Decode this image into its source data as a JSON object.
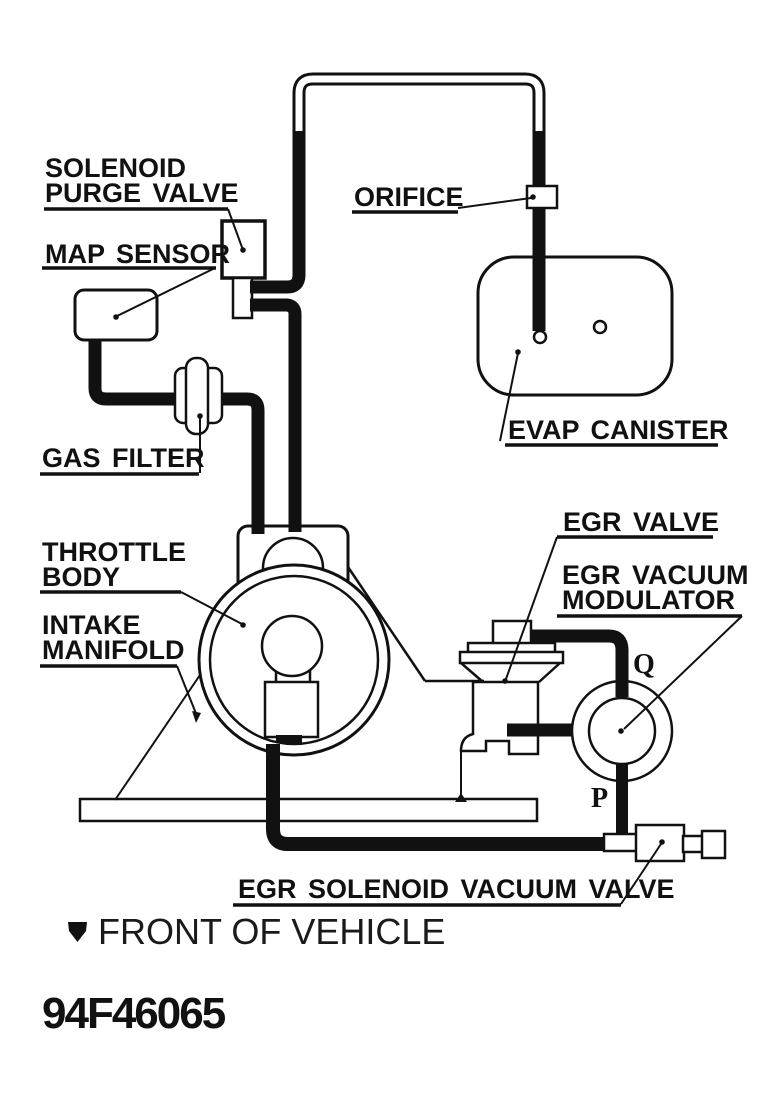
{
  "diagram_title": "Vacuum hose routing diagram",
  "labels": {
    "solenoid_purge_valve": {
      "line1": "SOLENOID",
      "line2": "PURGE VALVE"
    },
    "map_sensor": "MAP SENSOR",
    "orifice": "ORIFICE",
    "evap_canister": "EVAP CANISTER",
    "gas_filter": "GAS FILTER",
    "throttle_body": {
      "line1": "THROTTLE",
      "line2": "BODY"
    },
    "intake_manifold": {
      "line1": "INTAKE",
      "line2": "MANIFOLD"
    },
    "egr_valve": "EGR VALVE",
    "egr_vacuum_modulator": {
      "line1": "EGR VACUUM",
      "line2": "MODULATOR"
    },
    "egr_solenoid_vacuum_valve": "EGR SOLENOID VACUUM VALVE",
    "port_q": "Q",
    "port_p": "P"
  },
  "footer": {
    "front_of_vehicle": "FRONT OF VEHICLE",
    "figure_number": "94F46065"
  },
  "colors": {
    "ink": "#111111",
    "background": "#ffffff"
  }
}
